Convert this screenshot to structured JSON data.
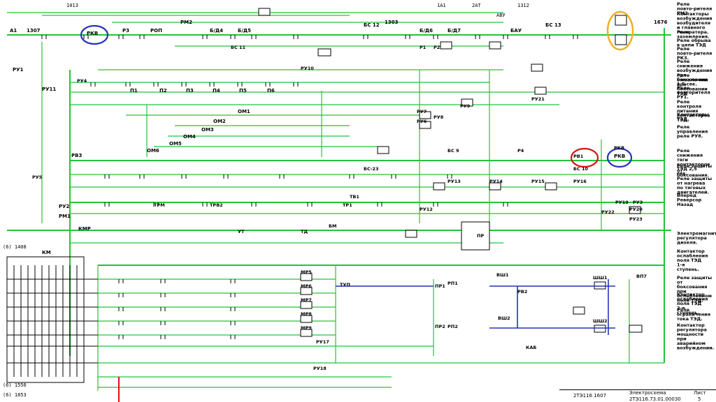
{
  "top_labels": [
    "1013",
    "1312",
    "1A1",
    "2AT",
    "АВУ"
  ],
  "main_row": [
    "А1",
    "1307",
    "РКВ",
    "Р3",
    "РОП",
    "РМ2",
    "Б/Д4",
    "Б/Д5",
    "БС 12",
    "1303",
    "Б/Д6",
    "Б/Д7",
    "БАУ",
    "БС 13",
    "РКВ",
    "1676"
  ],
  "left_blocks": [
    "РУ1",
    "РУ11",
    "РВ3",
    "РУ2",
    "РМ1",
    "КМР"
  ],
  "om_labels": [
    "ОМ1",
    "ОМ2",
    "ОМ3",
    "ОМ4",
    "ОМ5",
    "ОМ6"
  ],
  "pn_labels": [
    "П1",
    "П2",
    "П3",
    "П4",
    "П5",
    "П6"
  ],
  "relay_blocks": [
    "РВ1",
    "РКВ",
    "РУ3",
    "РУ4",
    "РУ5",
    "РУ6",
    "РУ7",
    "РУ8",
    "РУ9",
    "РУ10",
    "РУ12",
    "РУ13",
    "РУ14",
    "РУ15",
    "РУ16",
    "РУ17",
    "РУ18",
    "РУ19",
    "РУ20",
    "РУ21",
    "РУ22",
    "РУ23"
  ],
  "mid_labels": [
    "БС 9",
    "БС 10",
    "БС 11",
    "БС-23",
    "ТВ1",
    "ТР1",
    "ТРМ",
    "ТРВ2",
    "ПР",
    "УТ",
    "ТД",
    "БМ",
    "Р1",
    "Р2",
    "Р4"
  ],
  "bottom_blocks": [
    "МР5",
    "МР6",
    "МР7",
    "МР8",
    "МР9",
    "ТУП",
    "ВШ1",
    "ВШ2",
    "РВ2",
    "ШШ1",
    "ШШ2",
    "КАБ",
    "ВП7",
    "ПР1",
    "ПР2",
    "РП1",
    "РП2"
  ],
  "right_descriptions": [
    "Реле повто-рителя РМ2",
    "Контакторы возбуждения возбудителя и главного генератора.",
    "Реле заземления.",
    "Реле обрыва в цепи ТЭД",
    "Реле повто-рителя РК3.",
    "Реле снижения возбуждения при боксовании 1,5 сек.",
    "Реле оживле-ния при боксовании ТЭД",
    "Реле повторителя РУ1.",
    "Реле контроля питания контакторов ТЭД.",
    "Контакторы ТЭД.",
    "Реле управления реле РУ8.",
    "Реле снижения тяги контакторов ТЭД 2,5 сек.",
    "Реле защиты от боксования.",
    "Реле защиты от нагрева по тяговых двигателей.",
    "Вперёд Реверсор Назад",
    "Электромагниты регулятора дизеля.",
    "Контактор ослабления поля ТЭД 1-я ступень.",
    "Реле защиты от боксования при ослабленном поле ТЭД.",
    "Контактор ослабления поля ТЭД 2-я ступень.",
    "Реле ограничения тока ТЭД.",
    "Контактор регулятора мощности при аварийном возбуждении."
  ],
  "km_panel": {
    "title": "КМ",
    "left_label": "(6) 1408",
    "bottom_labels": [
      "(6) 1556",
      "(6) 1853"
    ]
  },
  "title_block": {
    "code": "2ТЭ116 1607",
    "name": "Электросхема",
    "doc": "2ТЭ116.73.01.00030",
    "sheet_label": "Лист",
    "sheet_num": "5"
  },
  "highlights": {
    "blue": "#2233bb",
    "red": "#dd1111",
    "orange": "#f0b020",
    "green": "#22c43a"
  }
}
